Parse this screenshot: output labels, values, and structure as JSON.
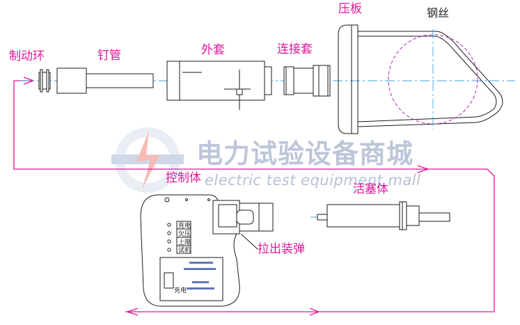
{
  "labels": {
    "brake_ring": "制动环",
    "nail_tube": "钉管",
    "outer_sleeve": "外套",
    "connector_sleeve": "连接套",
    "pressure_plate": "压板",
    "steel_wire": "钢丝",
    "control_body": "控制体",
    "piston_body": "活塞体",
    "pull_load": "拉出装弹"
  },
  "control_panel": {
    "indicators": [
      "充电",
      "欠压",
      "上限",
      "试机"
    ],
    "charge_label": "充电"
  },
  "watermark": {
    "title": "电力试验设备商城",
    "subtitle": "electric test equipment mall"
  },
  "colors": {
    "flow_line": "#e0159a",
    "outline": "#1a1a1a",
    "center_line": "#3fa0e0",
    "watermark": "#37508c",
    "bolt_accent": "#e8402a"
  }
}
